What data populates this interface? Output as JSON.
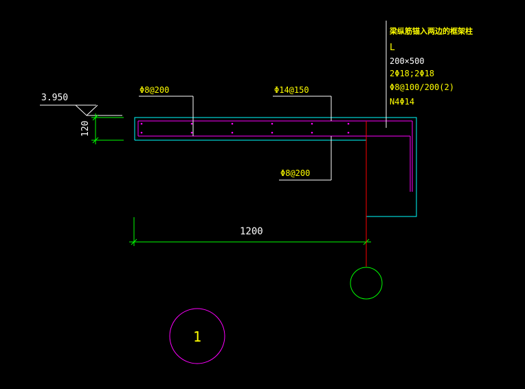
{
  "drawing": {
    "level_mark": "3.950",
    "slab_thickness": "120",
    "span_dimension": "1200",
    "detail_number": "1",
    "rebar_top_left": "Φ8@200",
    "rebar_top_right": "Φ14@150",
    "rebar_bottom": "Φ8@200",
    "beam_note": {
      "title": "梁纵筋锚入两边的框架柱",
      "code": "L",
      "size": "200×500",
      "longitudinal": "2Φ18;2Φ18",
      "stirrup": "Φ8@100/200(2)",
      "side_bars": "N4Φ14"
    }
  },
  "colors": {
    "background": "#000000",
    "white": "#ffffff",
    "yellow": "#ffff00",
    "cyan": "#00ffff",
    "magenta": "#ff00ff",
    "green": "#00ff00",
    "red": "#ff0000"
  }
}
